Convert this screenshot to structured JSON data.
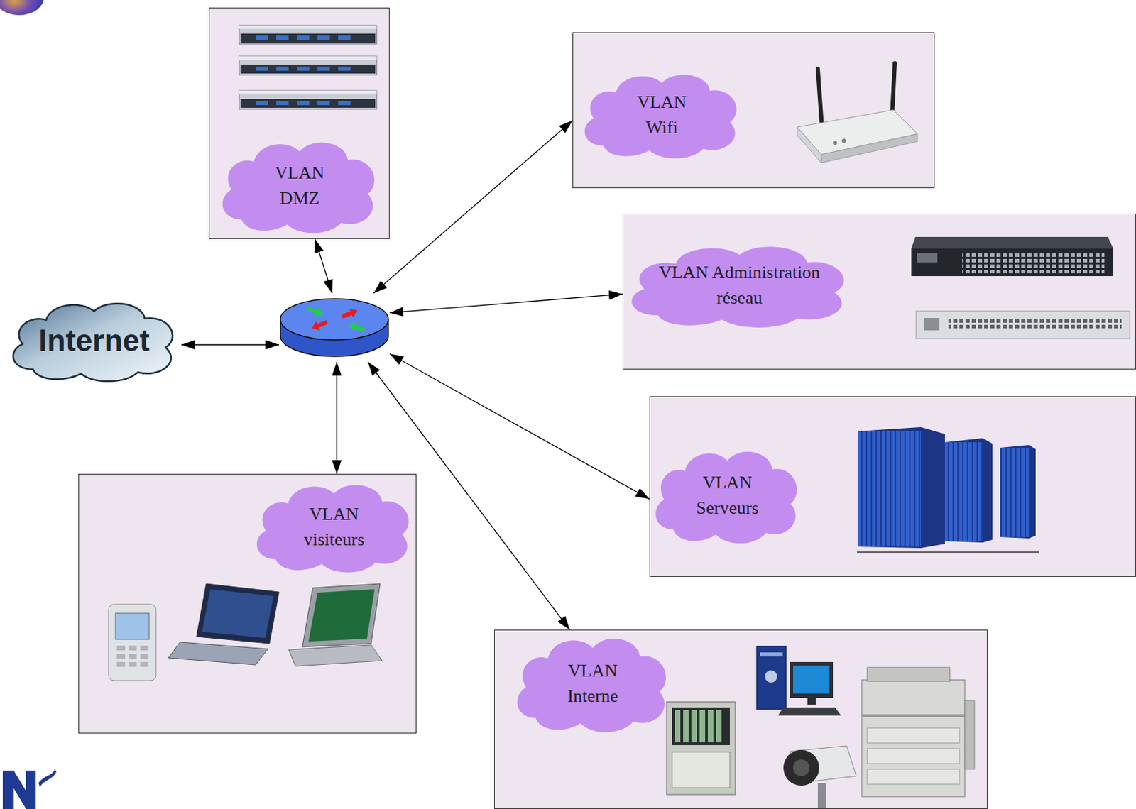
{
  "diagram": {
    "nodes": [
      {
        "text": [
          "VLAN DMZ"
        ]
      },
      {
        "text": [
          "VLAN Wifi"
        ]
      },
      {
        "text": [
          "VLAN Administration réseau"
        ]
      },
      {
        "text": [
          "Internet"
        ]
      },
      {
        "text": []
      },
      {
        "text": [
          "VLAN Serveurs"
        ]
      },
      {
        "text": [
          "VLAN visiteurs"
        ]
      },
      {
        "text": [
          "VLAN Interne"
        ]
      }
    ],
    "edges": [
      {
        "from": 3,
        "to": 4,
        "arrow": "both"
      },
      {
        "from": 4,
        "to": 0,
        "arrow": "both"
      },
      {
        "from": 4,
        "to": 1,
        "arrow": "both"
      },
      {
        "from": 4,
        "to": 2,
        "arrow": "both"
      },
      {
        "from": 4,
        "to": 5,
        "arrow": "both"
      },
      {
        "from": 4,
        "to": 7,
        "arrow": "both"
      },
      {
        "from": 4,
        "to": 6,
        "arrow": "both"
      }
    ]
  }
}
